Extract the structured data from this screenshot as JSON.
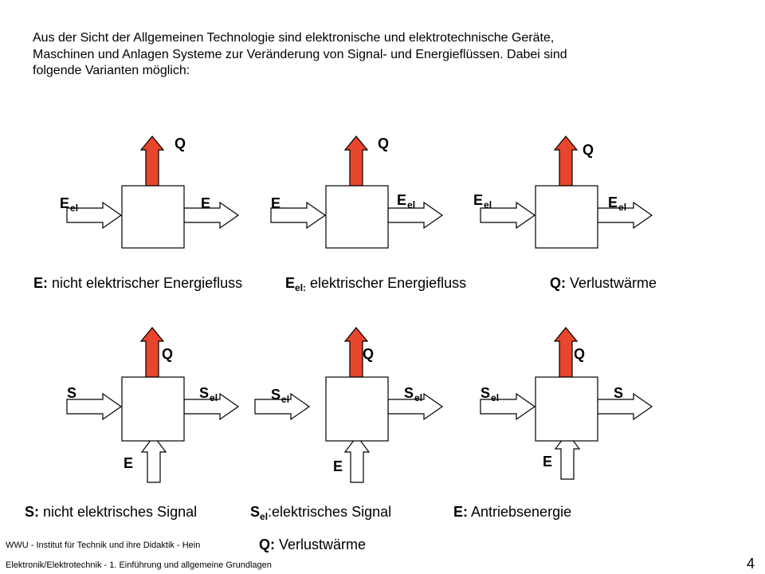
{
  "intro": {
    "line1": "Aus der Sicht der Allgemeinen Technologie sind elektronische und elektrotechnische Geräte,",
    "line2": "Maschinen und Anlagen Systeme zur Veränderung von Signal- und Energieflüssen. Dabei sind",
    "line3": "folgende Varianten möglich:"
  },
  "labels": {
    "Q": "Q",
    "E": "E",
    "S": "S",
    "el": "el"
  },
  "legend1": {
    "e_key": "E:",
    "e_text": " nicht elektrischer Energiefluss",
    "eel_key_main": "E",
    "eel_key_sub": "el:",
    "eel_text": " elektrischer Energiefluss",
    "q_key": "Q:",
    "q_text": " Verlustwärme"
  },
  "legend2": {
    "s_key": "S:",
    "s_text": " nicht elektrisches Signal",
    "sel_key_main": "S",
    "sel_key_sub": "el",
    "sel_text": ":elektrisches Signal",
    "e_key": "E:",
    "e_text": " Antriebsenergie",
    "q_key": "Q:",
    "q_text": " Verlustwärme"
  },
  "footer": {
    "institute": "WWU - Institut für Technik und ihre Didaktik - Hein",
    "course": "Elektronik/Elektrotechnik - 1. Einführung und allgemeine Grundlagen",
    "page": "4"
  },
  "colors": {
    "heat_arrow": "#e8452c",
    "outline": "#000000"
  }
}
